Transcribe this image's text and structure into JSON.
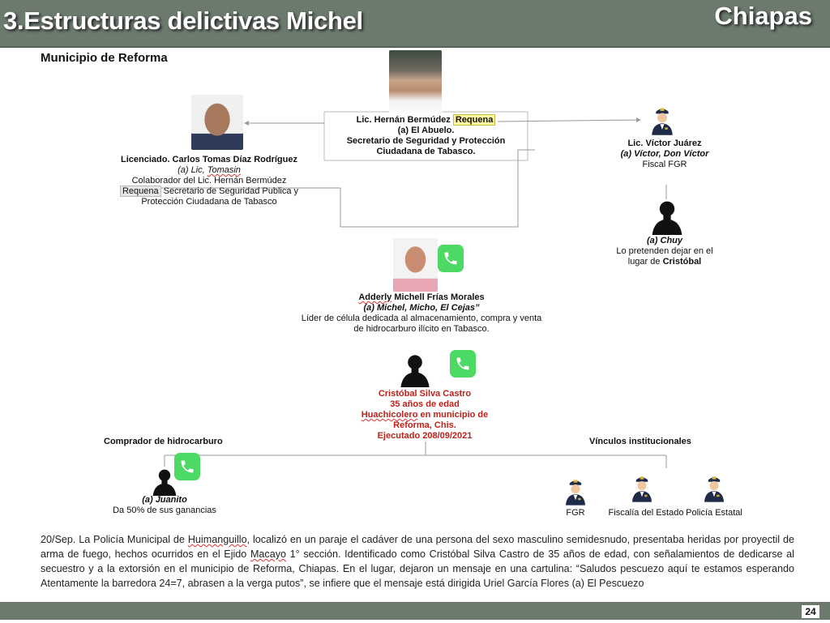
{
  "header": {
    "title": "3.Estructuras delictivas Michel",
    "region": "Chiapas"
  },
  "subtitle": "Municipio de Reforma",
  "hernan": {
    "name": "Lic. Hernán Bermúdez",
    "name_highlight": "Requena",
    "alias": "(a) El Abuelo.",
    "role1": "Secretario de Seguridad y Protección",
    "role2": "Ciudadana de Tabasco."
  },
  "carlos": {
    "name": "Licenciado. Carlos Tomas Díaz Rodríguez",
    "alias_prefix": "(a) Lic, ",
    "alias_word": "Tomasin",
    "role1": "Colaborador del Lic. Hernán Bermúdez",
    "role2_tag": "Requena",
    "role2": " Secretario de Seguridad Publica y",
    "role3": "Protección Ciudadana de Tabasco"
  },
  "victor": {
    "name": "Lic. Víctor Juárez",
    "alias": "(a) Víctor, Don Víctor",
    "role": "Fiscal FGR"
  },
  "chuy": {
    "alias": "(a) Chuy",
    "desc1": "Lo pretenden dejar en el",
    "desc2_prefix": "lugar de ",
    "desc2_bold": "Cristóbal"
  },
  "adderly": {
    "name_word": "Adderly",
    "name_rest": " Michell Frías Morales",
    "alias": "(a) Michel, Micho, El Cejas”",
    "desc1": "Líder de célula dedicada al almacenamiento, compra y venta",
    "desc2": "de hidrocarburo ilícito en Tabasco."
  },
  "cristobal": {
    "name": "Cristóbal Silva Castro",
    "age": "35 años de edad",
    "role_word": "Huachicolero",
    "role_rest": " en municipio de",
    "place": "Reforma, Chis.",
    "status": "Ejecutado 208/09/2021"
  },
  "left_group": {
    "heading": "Comprador de hidrocarburo",
    "alias": "(a) Juanito",
    "desc": "Da 50% de sus  ganancias"
  },
  "right_group": {
    "heading": "Vínculos institucionales",
    "items": [
      "FGR",
      "Fiscalía del Estado",
      "Policía Estatal"
    ]
  },
  "paragraph": {
    "p1": "20/Sep. La Policía Municipal de ",
    "w1": "Huimanguillo",
    "p2": ", localizó en un paraje el cadáver de una persona del sexo masculino semidesnudo, presentaba heridas por proyectil de arma de fuego, hechos ocurridos en el Ejido ",
    "w2": "Macayo",
    "p3": " 1° sección. Identificado como Cristóbal Silva Castro de 35 años de edad, con señalamientos de dedicarse al secuestro y a la extorsión en el municipio de Reforma, Chiapas. En el lugar, dejaron un mensaje en una cartulina: “Saludos pescuezo aquí te estamos esperando Atentamente la barredora 24=7, abrasen a la verga putos”, se infiere que el mensaje está dirigida Uriel García Flores (a) El Pescuezo"
  },
  "page_number": "24",
  "colors": {
    "header": "#6c7a6e",
    "accent_red": "#c0201a",
    "phone_green": "#4cd964",
    "highlight": "#fff59a"
  }
}
